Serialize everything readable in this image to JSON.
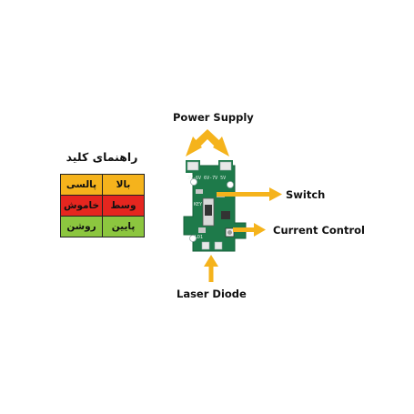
{
  "labels": {
    "power_supply": "Power Supply",
    "switch": "Switch",
    "current_control": "Current Control",
    "laser_diode": "Laser Diode"
  },
  "legend": {
    "title": "راهنمای کلید",
    "rows": [
      {
        "right": "بالا",
        "left": "پالسی",
        "color": "#f5b31c"
      },
      {
        "right": "وسط",
        "left": "خاموش",
        "color": "#e5261f"
      },
      {
        "right": "پایین",
        "left": "روشن",
        "color": "#8cc63f"
      }
    ]
  },
  "board_text": {
    "top_silk": "3V-6V 6V-7V 5V",
    "mid_silk": "KEY",
    "bottom_silk": "LD1"
  },
  "colors": {
    "arrow": "#f5b31c",
    "pcb": "#1e7a4a",
    "text": "#111111"
  }
}
